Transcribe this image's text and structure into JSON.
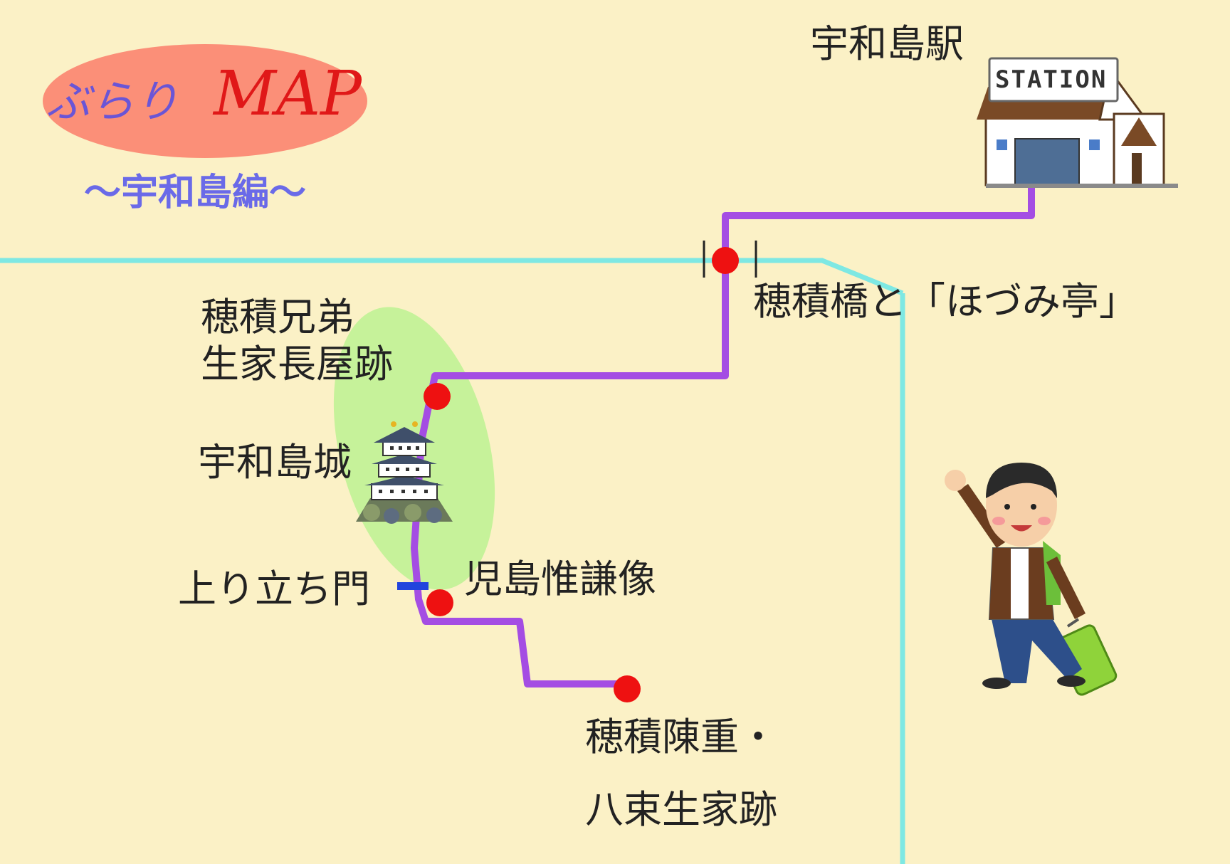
{
  "title": {
    "prefix": "ぶらり",
    "map": "MAP",
    "subtitle": "〜宇和島編〜"
  },
  "station": {
    "name": "宇和島駅",
    "sign": "STATION"
  },
  "spots": [
    {
      "id": "hozumi-bridge",
      "label": "穂積橋と「ほづみ亭」"
    },
    {
      "id": "hozumi-brothers",
      "label_line1": "穂積兄弟",
      "label_line2": "生家長屋跡"
    },
    {
      "id": "uwajima-castle",
      "label": "宇和島城"
    },
    {
      "id": "agaritachi-gate",
      "label": "上り立ち門"
    },
    {
      "id": "kojima-statue",
      "label": "児島惟謙像"
    },
    {
      "id": "hozumi-birthplace",
      "label_line1": "穂積陳重・",
      "label_line2": "八束生家跡"
    }
  ],
  "colors": {
    "background": "#fbf1c6",
    "route": "#a44de3",
    "river": "#7ee8e3",
    "spot_marker": "#ee1111",
    "gate_marker": "#2244dd",
    "castle_area": "#c6f29a",
    "title_ellipse": "#fb8f78"
  }
}
